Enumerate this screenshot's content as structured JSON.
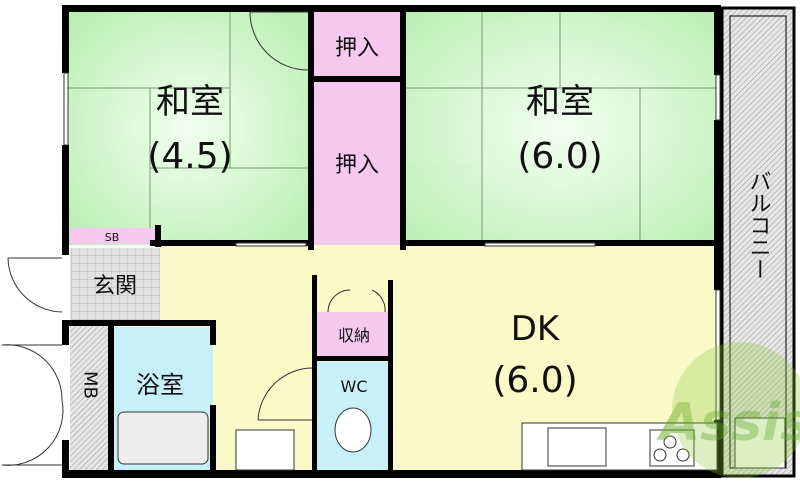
{
  "rooms": {
    "washitsu_left": {
      "name": "和室",
      "size": "(4.5)"
    },
    "oshiire_top": {
      "name": "押入"
    },
    "oshiire_mid": {
      "name": "押入"
    },
    "washitsu_right": {
      "name": "和室",
      "size": "(6.0)"
    },
    "balcony": {
      "name": "バルコニー"
    },
    "sb": {
      "name": "SB"
    },
    "genkan": {
      "name": "玄関"
    },
    "mb": {
      "name": "MB"
    },
    "bath": {
      "name": "浴室"
    },
    "storage": {
      "name": "収納"
    },
    "wc": {
      "name": "WC"
    },
    "dk": {
      "name": "DK",
      "size": "(6.0)"
    }
  },
  "watermark": {
    "text": "Assist"
  },
  "colors": {
    "tatami": "#c8f5c0",
    "closet": "#f5c8f0",
    "dk": "#fafac8",
    "wet": "#c8f0f8",
    "wall": "#000000",
    "watermark": "#8cc83c"
  }
}
